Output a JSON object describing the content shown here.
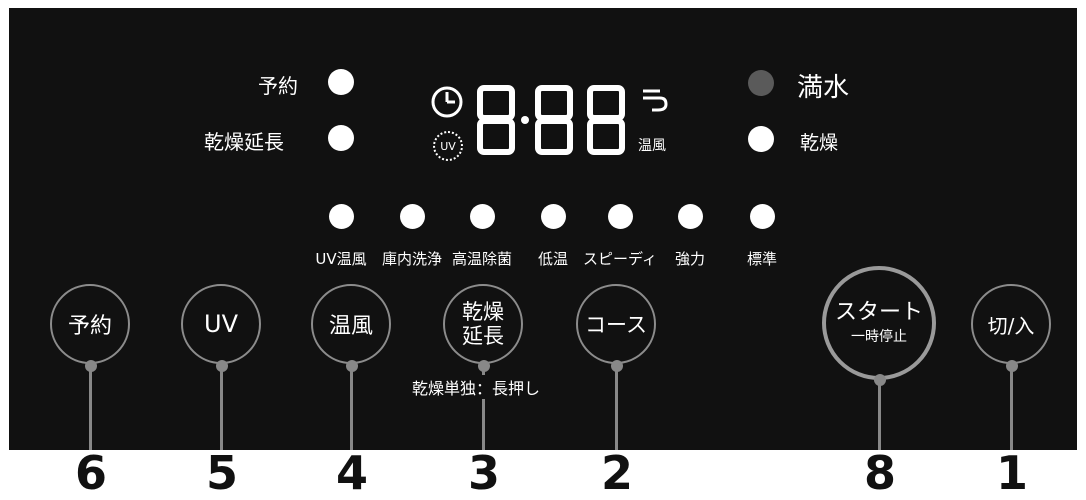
{
  "indicators": {
    "yoyaku": "予約",
    "kansou_encho": "乾燥延長",
    "mansui": "満水",
    "kansou": "乾燥"
  },
  "display": {
    "digits": "8:88",
    "onpu_label": "温風",
    "uv_label": "UV",
    "clock_icon": "clock-icon",
    "steam_icon": "steam-icon"
  },
  "courses": [
    {
      "label": "UV温風"
    },
    {
      "label": "庫内洗浄"
    },
    {
      "label": "高温除菌"
    },
    {
      "label": "低温"
    },
    {
      "label": "スピーディ"
    },
    {
      "label": "強力"
    },
    {
      "label": "標準"
    }
  ],
  "buttons": {
    "yoyaku": "予約",
    "uv": "UV",
    "onpu": "温風",
    "kansou_encho_line1": "乾燥",
    "kansou_encho_line2": "延長",
    "kansou_note": "乾燥単独：長押し",
    "course": "コース",
    "start_line1": "スタート",
    "start_line2": "一時停止",
    "power": "切/入"
  },
  "callouts": [
    "6",
    "5",
    "4",
    "3",
    "2",
    "8",
    "1"
  ],
  "colors": {
    "panel": "#111111",
    "indicator_on": "#ffffff",
    "indicator_full": "#5a5a5a",
    "button_ring": "#8c8c8c",
    "leader": "#888888"
  }
}
